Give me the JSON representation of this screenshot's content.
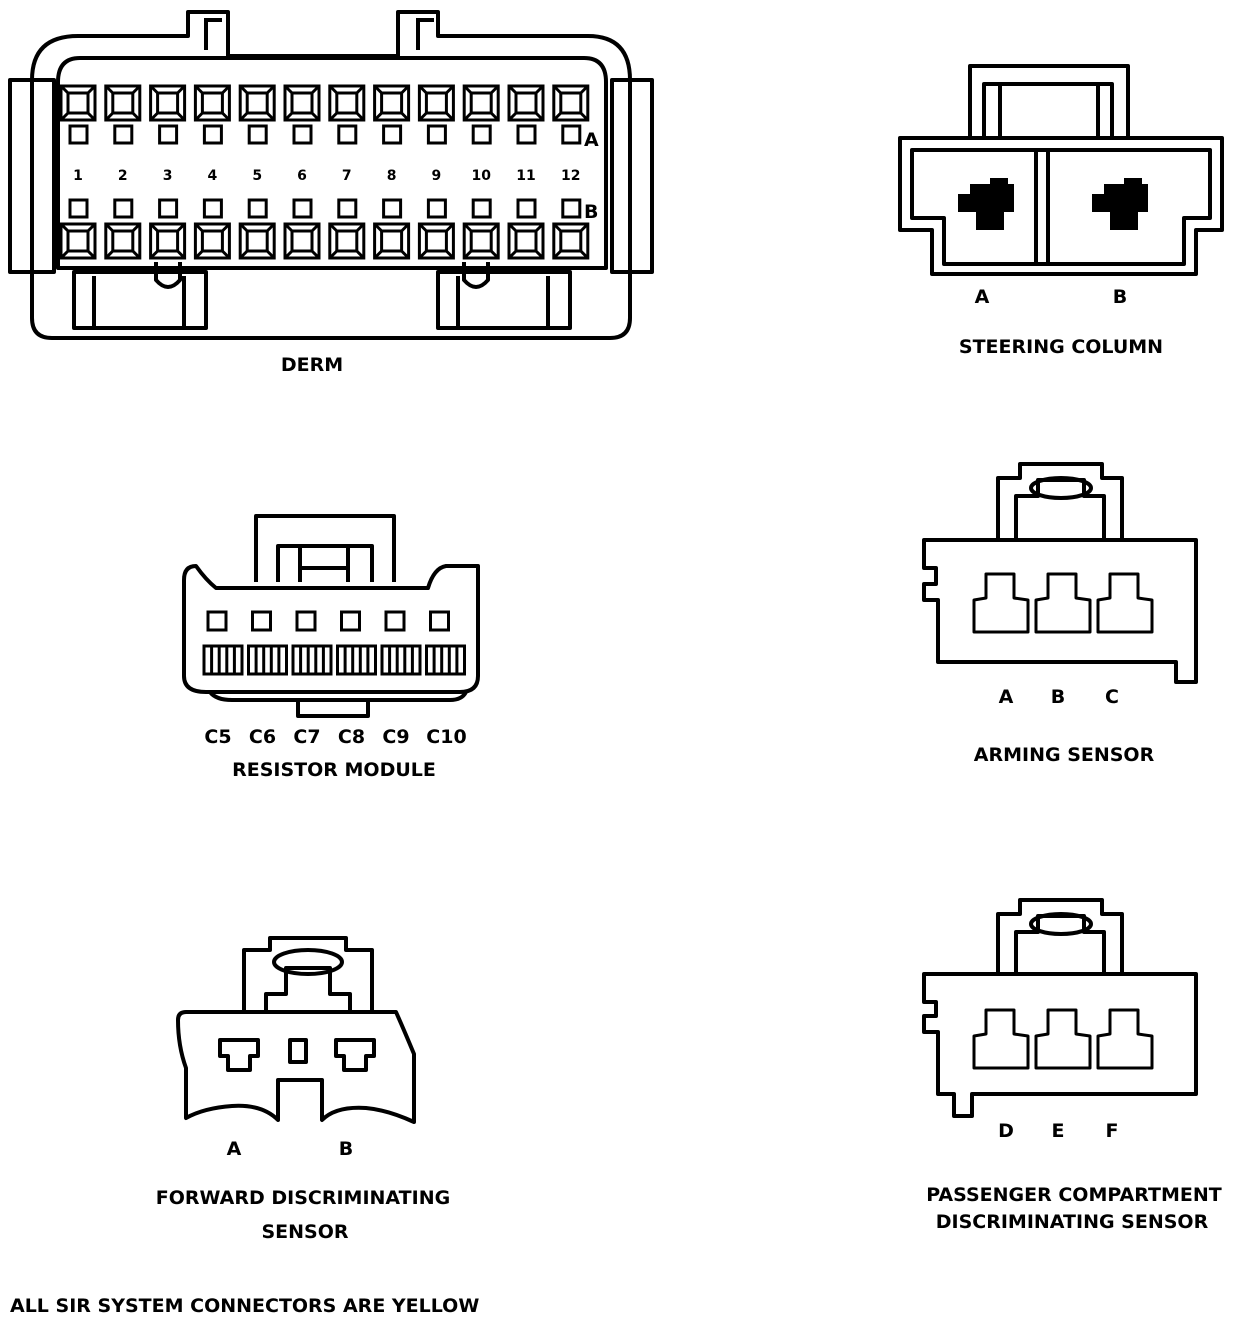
{
  "derm": {
    "title": "DERM",
    "pin_numbers": [
      "1",
      "2",
      "3",
      "4",
      "5",
      "6",
      "7",
      "8",
      "9",
      "10",
      "11",
      "12"
    ],
    "row_a": "A",
    "row_b": "B"
  },
  "steering_column": {
    "title": "STEERING COLUMN",
    "pins": [
      "A",
      "B"
    ]
  },
  "resistor_module": {
    "title": "RESISTOR MODULE",
    "pins": [
      "C5",
      "C6",
      "C7",
      "C8",
      "C9",
      "C10"
    ]
  },
  "arming_sensor": {
    "title": "ARMING SENSOR",
    "pins": [
      "A",
      "B",
      "C"
    ]
  },
  "forward_sensor": {
    "title_line1": "FORWARD DISCRIMINATING",
    "title_line2": "SENSOR",
    "pins": [
      "A",
      "B"
    ]
  },
  "passenger_sensor": {
    "title_line1": "PASSENGER COMPARTMENT",
    "title_line2": "DISCRIMINATING SENSOR",
    "pins": [
      "D",
      "E",
      "F"
    ]
  },
  "footer": {
    "note": "ALL SIR SYSTEM CONNECTORS ARE YELLOW"
  }
}
